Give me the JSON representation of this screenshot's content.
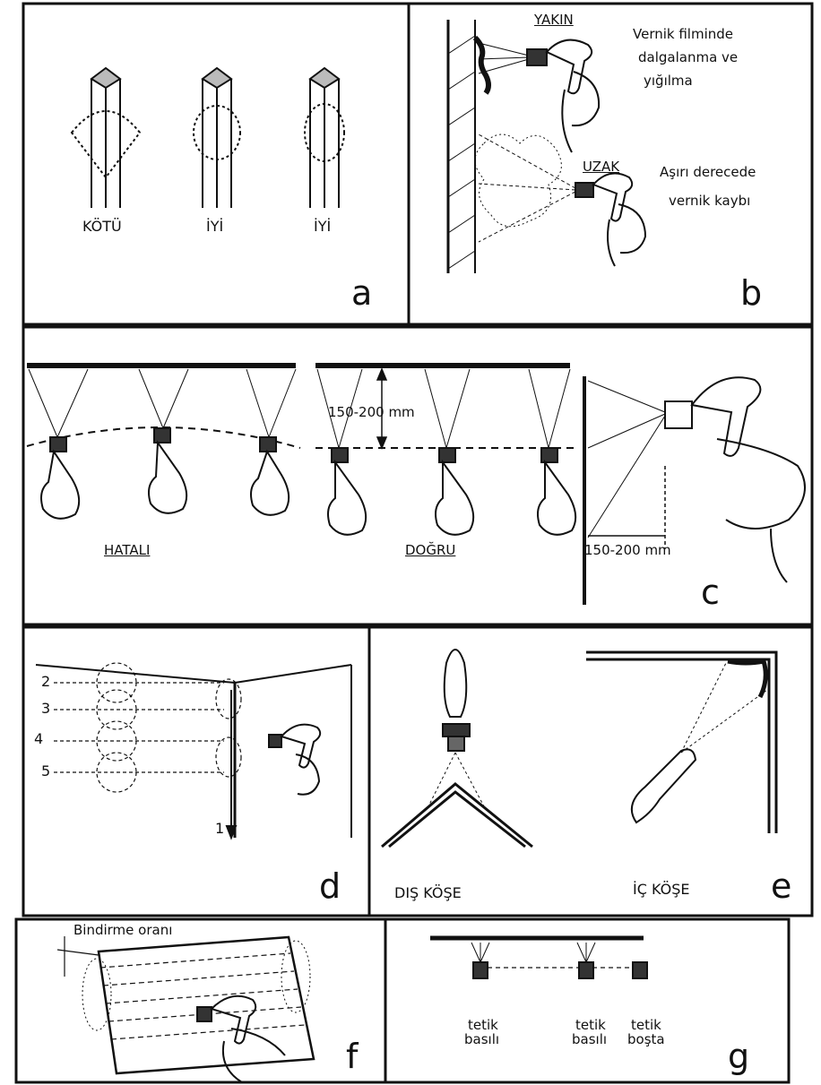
{
  "panels": {
    "a": {
      "letter": "a",
      "labels": [
        "KÖTÜ",
        "İYİ",
        "İYİ"
      ]
    },
    "b": {
      "letter": "b",
      "near_title": "YAKIN",
      "near_text": [
        "Vernik filminde",
        "dalgalanma ve",
        "yığılma"
      ],
      "far_title": "UZAK",
      "far_text": [
        "Aşırı derecede",
        "vernik kaybı"
      ]
    },
    "c": {
      "letter": "c",
      "wrong_label": "HATALI",
      "right_label": "DOĞRU",
      "distance_vertical": "150-200 mm",
      "distance_horizontal": "150-200 mm"
    },
    "d": {
      "letter": "d",
      "numbers": [
        "2",
        "3",
        "4",
        "5",
        "1"
      ]
    },
    "e": {
      "letter": "e",
      "outer_corner": "DIŞ KÖŞE",
      "inner_corner": "İÇ KÖŞE"
    },
    "f": {
      "letter": "f",
      "overlap_label": "Bindirme oranı"
    },
    "g": {
      "letter": "g",
      "states": [
        [
          "tetik",
          "basılı"
        ],
        [
          "tetik",
          "basılı"
        ],
        [
          "tetik",
          "boşta"
        ]
      ]
    }
  }
}
